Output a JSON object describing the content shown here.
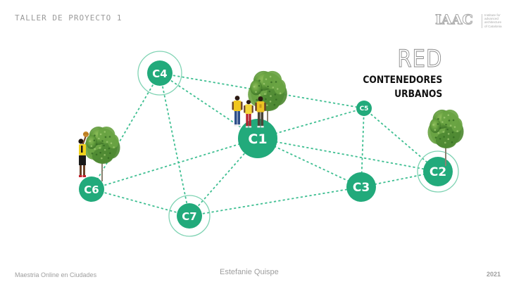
{
  "slide": {
    "course_title": "TALLER DE PROYECTO 1",
    "logo": {
      "mark": "IAAC",
      "icon": "iaac-logo-icon",
      "text_lines": [
        "Institute for",
        "advanced",
        "architecture",
        "of Catalonia"
      ]
    },
    "heading": {
      "outline_word": "RED",
      "line1": "CONTENEDORES",
      "line2": "URBANOS"
    },
    "footer": {
      "program": "Maestria Online en Ciudades",
      "author": "Estefanie Quispe",
      "year": "2021"
    }
  },
  "colors": {
    "node_fill": "#22aa7b",
    "edge": "#3fbf92",
    "ring": "#7fd3b3",
    "heading_outline": "#8a8a8a",
    "heading_text": "#111111",
    "muted_text": "#9e9e9e"
  },
  "diagram": {
    "title": "RED CONTENEDORES URBANOS",
    "nodes": [
      {
        "id": "C1",
        "label": "C1",
        "highlighted": false,
        "size": "large"
      },
      {
        "id": "C2",
        "label": "C2",
        "highlighted": true,
        "size": "medium"
      },
      {
        "id": "C3",
        "label": "C3",
        "highlighted": false,
        "size": "medium"
      },
      {
        "id": "C4",
        "label": "C4",
        "highlighted": true,
        "size": "small"
      },
      {
        "id": "C5",
        "label": "C5",
        "highlighted": false,
        "size": "tiny"
      },
      {
        "id": "C6",
        "label": "C6",
        "highlighted": false,
        "size": "small"
      },
      {
        "id": "C7",
        "label": "C7",
        "highlighted": true,
        "size": "small"
      }
    ],
    "edges": [
      [
        "C4",
        "C5"
      ],
      [
        "C4",
        "C1"
      ],
      [
        "C4",
        "C6"
      ],
      [
        "C4",
        "C7"
      ],
      [
        "C6",
        "C1"
      ],
      [
        "C6",
        "C7"
      ],
      [
        "C7",
        "C1"
      ],
      [
        "C7",
        "C3"
      ],
      [
        "C1",
        "C5"
      ],
      [
        "C1",
        "C2"
      ],
      [
        "C1",
        "C3"
      ],
      [
        "C5",
        "C3"
      ],
      [
        "C5",
        "C2"
      ],
      [
        "C3",
        "C2"
      ]
    ],
    "decorations": [
      {
        "type": "tree",
        "near": "C1",
        "icon": "tree-icon"
      },
      {
        "type": "children-walking",
        "near": "C1",
        "count": 3,
        "icon": "children-icon"
      },
      {
        "type": "tree",
        "near": "C2",
        "icon": "tree-icon"
      },
      {
        "type": "tree",
        "near": "C6",
        "icon": "tree-icon"
      },
      {
        "type": "child-with-ball",
        "near": "C6",
        "icon": "child-ball-icon"
      }
    ]
  }
}
